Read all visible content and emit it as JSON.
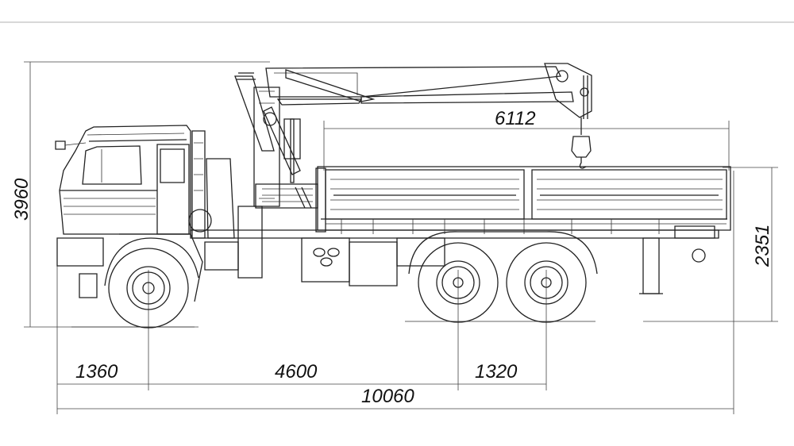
{
  "dimensions": {
    "overall_height": "3960",
    "crane_boom_reach": "6112",
    "deck_height": "2351",
    "front_overhang": "1360",
    "wheelbase": "4600",
    "rear_axle_spacing": "1320",
    "overall_length": "10060"
  },
  "colors": {
    "line": "#222222",
    "background": "#ffffff"
  }
}
